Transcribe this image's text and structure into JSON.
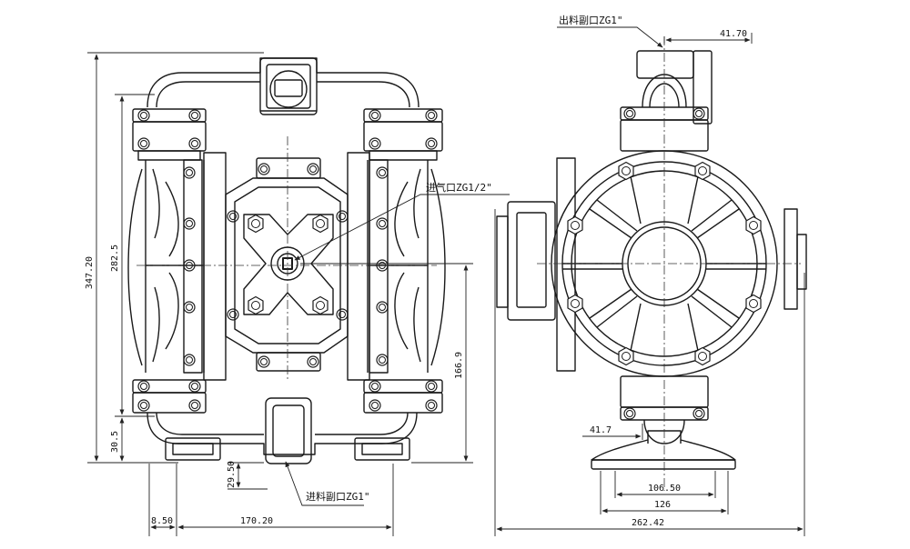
{
  "notes": {
    "outlet": "出料副口ZG1\"",
    "air_inlet": "进气口ZG1/2\"",
    "inlet": "进料副口ZG1\""
  },
  "dimensions": {
    "total_height": "347.20",
    "body_height": "282.5",
    "base_height": "30.5",
    "air_inlet_height": "166.9",
    "inlet_height": "29.50",
    "left_offset": "8.50",
    "half_width": "170.20",
    "outlet_offset": "41.70",
    "foot_offset": "41.7",
    "foot_inner": "106.50",
    "foot_outer": "126",
    "side_width": "262.42"
  },
  "colors": {
    "line": "#1a1a1a",
    "dim_line": "#222222",
    "background": "#ffffff"
  }
}
